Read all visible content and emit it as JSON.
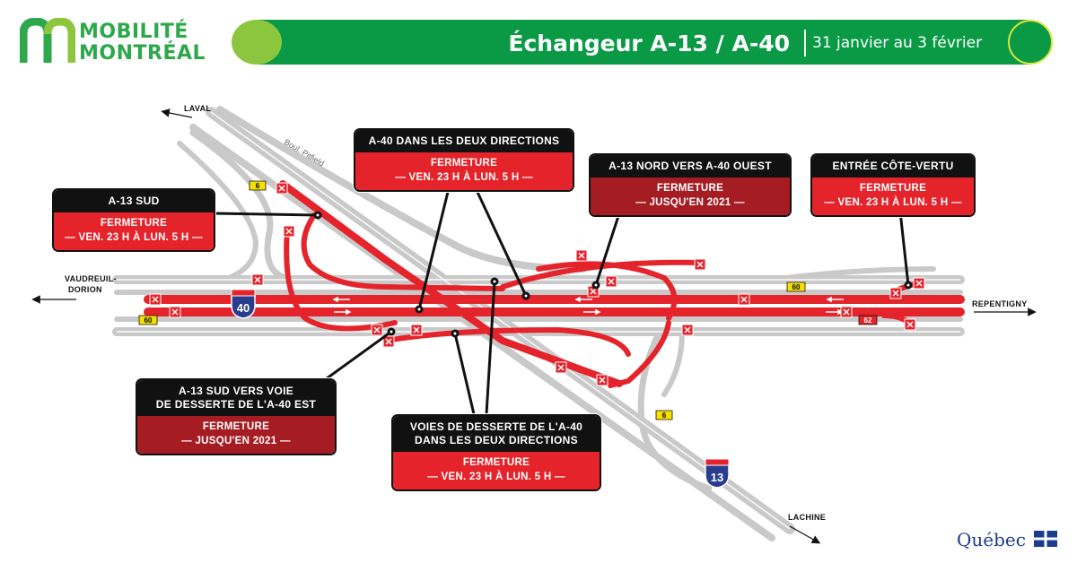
{
  "header": {
    "logo_line1": "MOBILITÉ",
    "logo_line2": "MONTRÉAL",
    "title": "Échangeur A-13 / A-40",
    "date": "31 janvier au 3 février",
    "brand_green": "#0a9a46",
    "accent_lime": "#8cc63f"
  },
  "places": {
    "laval": "LAVAL",
    "vaudreuil_1": "VAUDREUIL-",
    "vaudreuil_2": "DORION",
    "repentigny": "REPENTIGNY",
    "lachine": "LACHINE",
    "pitfield": "Boul. Pitfield"
  },
  "shields": {
    "a40": "40",
    "a13": "13",
    "exit6_a": "6",
    "exit6_b": "6",
    "exit60_a": "60",
    "exit60_b": "60",
    "exit62": "62"
  },
  "callouts": [
    {
      "id": "a40-both",
      "title": "A-40 DANS LES DEUX DIRECTIONS",
      "line1": "FERMETURE",
      "line2": "— VEN. 23 H À LUN. 5 H —"
    },
    {
      "id": "a13-nord",
      "title": "A-13 NORD VERS A-40 OUEST",
      "line1": "FERMETURE",
      "line2": "— JUSQU'EN 2021 —"
    },
    {
      "id": "cote-vertu",
      "title": "ENTRÉE CÔTE-VERTU",
      "line1": "FERMETURE",
      "line2": "— VEN. 23 H À LUN. 5 H —"
    },
    {
      "id": "a13-sud",
      "title": "A-13 SUD",
      "line1": "FERMETURE",
      "line2": "— VEN. 23 H À LUN. 5 H —"
    },
    {
      "id": "a13-sud-desserte",
      "title_1": "A-13 SUD VERS VOIE",
      "title_2": "DE DESSERTE DE L'A-40 EST",
      "line1": "FERMETURE",
      "line2": "— JUSQU'EN 2021 —"
    },
    {
      "id": "desserte-both",
      "title_1": "VOIES DE DESSERTE DE L'A-40",
      "title_2": "DANS LES DEUX DIRECTIONS",
      "line1": "FERMETURE",
      "line2": "— VEN. 23 H À LUN. 5 H —"
    }
  ],
  "footer": {
    "quebec": "Québec"
  },
  "colors": {
    "closure_red": "#e4232b",
    "long_term_red": "#a51d23",
    "road_grey": "#c9c9c9"
  }
}
